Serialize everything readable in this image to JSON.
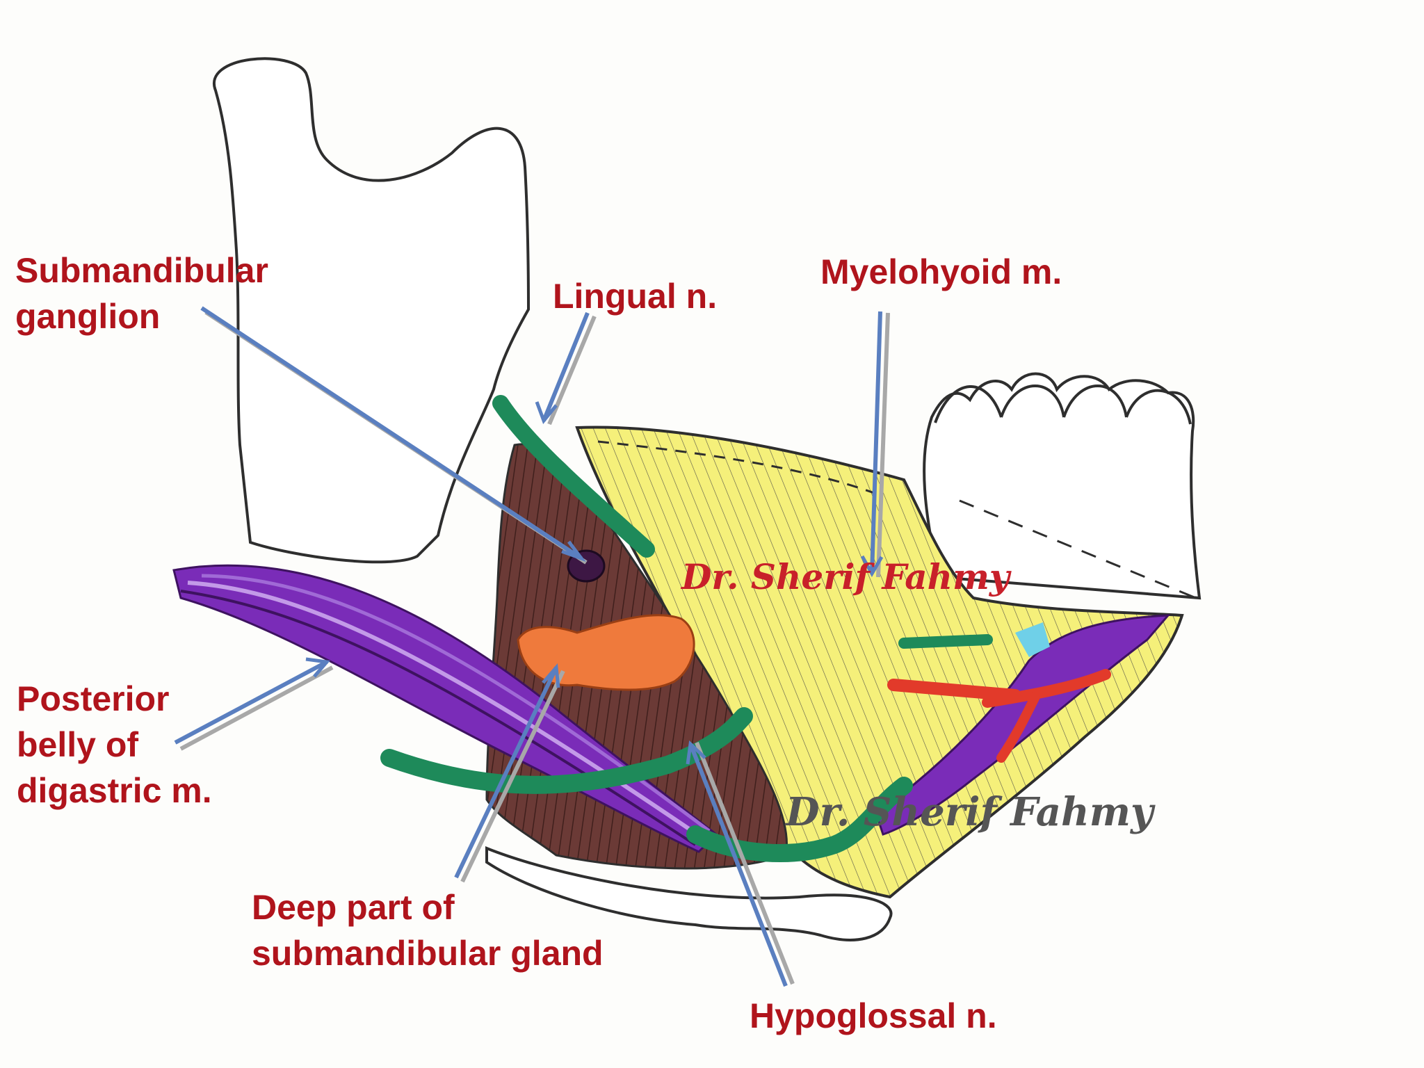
{
  "labels": {
    "submandibular_ganglion": [
      "Submandibular",
      "ganglion"
    ],
    "lingual_n": "Lingual n.",
    "myelohyoid_m": "Myelohyoid m.",
    "posterior_belly": [
      "Posterior",
      "belly of",
      "digastric m."
    ],
    "deep_part_gland": [
      "Deep  part of",
      "submandibular gland"
    ],
    "hypoglossal_n": "Hypoglossal n."
  },
  "watermarks": {
    "center": "Dr. Sherif Fahmy",
    "lower": "Dr. Sherif Fahmy"
  },
  "colors": {
    "label_text": "#b0141c",
    "pointer_blue": "#5a7fc0",
    "pointer_shadow": "#a8a8a8",
    "outline": "#2e2e2e",
    "nerve_green": "#1e8a5a",
    "muscle_purple": "#7a2cb8",
    "gland_brown": "#6b3a36",
    "gland_deep_orange": "#ef7a3c",
    "mylohyoid_yellow": "#f5f07a",
    "ganglion_dark": "#3d1744",
    "artery_red": "#e23a2a",
    "watermark_red": "#c8202a",
    "watermark_grey": "#555555"
  }
}
